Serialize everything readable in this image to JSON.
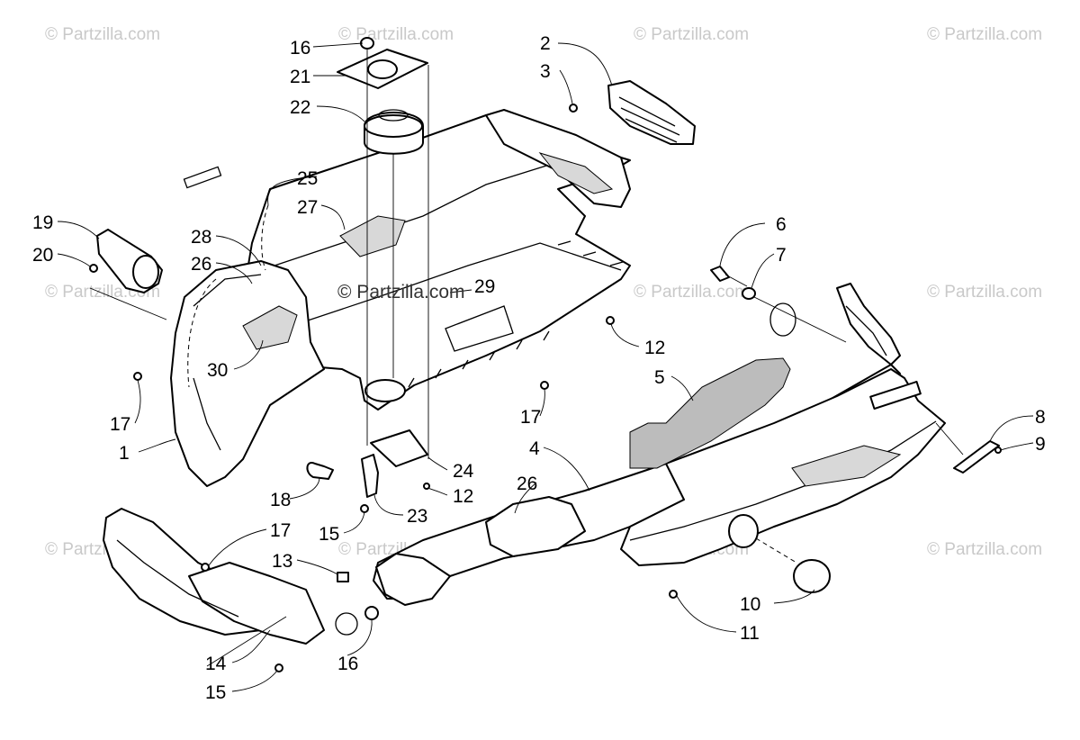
{
  "watermark": "© Partzilla.com",
  "colors": {
    "line": "#000000",
    "watermark": "#c9c9c9",
    "background": "#ffffff"
  },
  "callouts": {
    "c1": "1",
    "c2": "2",
    "c3": "3",
    "c4": "4",
    "c5": "5",
    "c6": "6",
    "c7": "7",
    "c8": "8",
    "c9": "9",
    "c10": "10",
    "c11": "11",
    "c12a": "12",
    "c12b": "12",
    "c13": "13",
    "c14": "14",
    "c15a": "15",
    "c15b": "15",
    "c16a": "16",
    "c16b": "16",
    "c17a": "17",
    "c17b": "17",
    "c17c": "17",
    "c18": "18",
    "c19": "19",
    "c20": "20",
    "c21": "21",
    "c22": "22",
    "c23": "23",
    "c24": "24",
    "c25": "25",
    "c26a": "26",
    "c26b": "26",
    "c27": "27",
    "c28": "28",
    "c29": "29",
    "c30": "30"
  }
}
